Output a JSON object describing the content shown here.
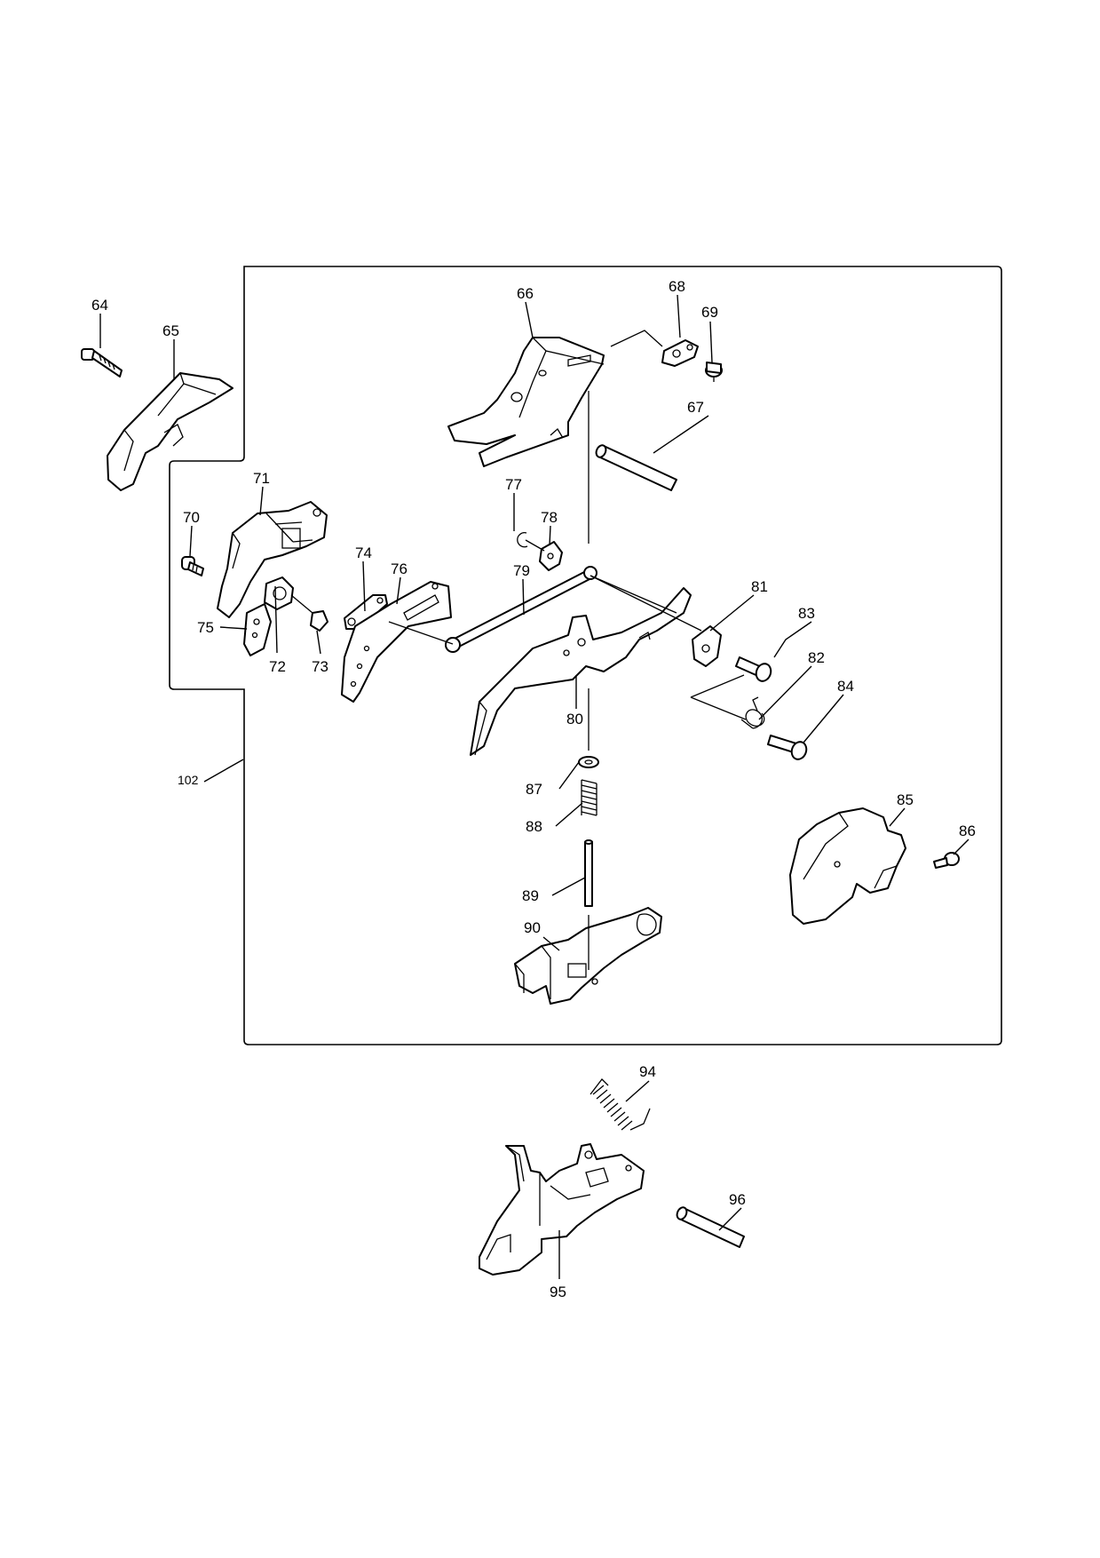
{
  "parts": [
    {
      "id": "64",
      "label": "64"
    },
    {
      "id": "65",
      "label": "65"
    },
    {
      "id": "66",
      "label": "66"
    },
    {
      "id": "67",
      "label": "67"
    },
    {
      "id": "68",
      "label": "68"
    },
    {
      "id": "69",
      "label": "69"
    },
    {
      "id": "70",
      "label": "70"
    },
    {
      "id": "71",
      "label": "71"
    },
    {
      "id": "72",
      "label": "72"
    },
    {
      "id": "73",
      "label": "73"
    },
    {
      "id": "74",
      "label": "74"
    },
    {
      "id": "75",
      "label": "75"
    },
    {
      "id": "76",
      "label": "76"
    },
    {
      "id": "77",
      "label": "77"
    },
    {
      "id": "78",
      "label": "78"
    },
    {
      "id": "79",
      "label": "79"
    },
    {
      "id": "80",
      "label": "80"
    },
    {
      "id": "81",
      "label": "81"
    },
    {
      "id": "82",
      "label": "82"
    },
    {
      "id": "83",
      "label": "83"
    },
    {
      "id": "84",
      "label": "84"
    },
    {
      "id": "85",
      "label": "85"
    },
    {
      "id": "86",
      "label": "86"
    },
    {
      "id": "87",
      "label": "87"
    },
    {
      "id": "88",
      "label": "88"
    },
    {
      "id": "89",
      "label": "89"
    },
    {
      "id": "90",
      "label": "90"
    },
    {
      "id": "94",
      "label": "94"
    },
    {
      "id": "95",
      "label": "95"
    },
    {
      "id": "96",
      "label": "96"
    },
    {
      "id": "102",
      "label": "102"
    }
  ]
}
